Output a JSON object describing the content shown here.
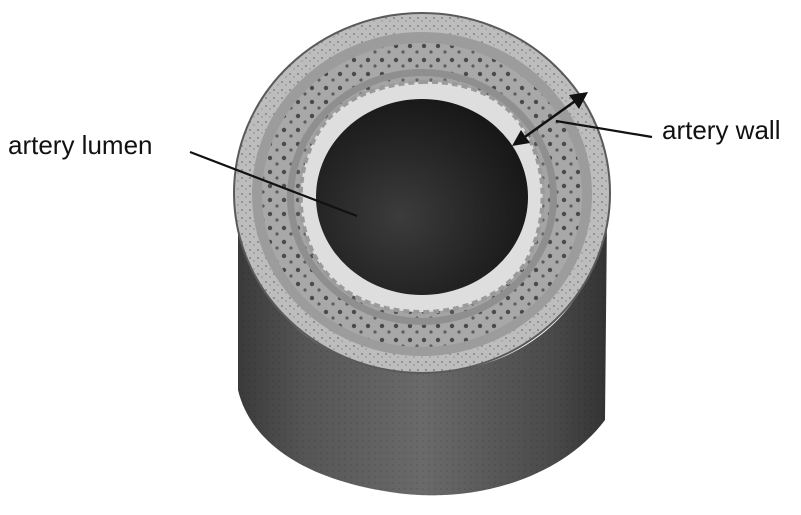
{
  "labels": {
    "lumen": "artery lumen",
    "wall": "artery wall"
  },
  "icons": {
    "artery": "artery-cross-section-illustration",
    "pointer": "leader-line",
    "measure": "double-headed-arrow"
  },
  "colors": {
    "background": "#ffffff",
    "text": "#111111",
    "lumen_dark": "#1e1e1e",
    "intima_light": "#dcdcdc",
    "media_mid": "#8a8a8a",
    "adventitia": "#b5b5b5",
    "outer_surface": "#5a5a5a"
  }
}
